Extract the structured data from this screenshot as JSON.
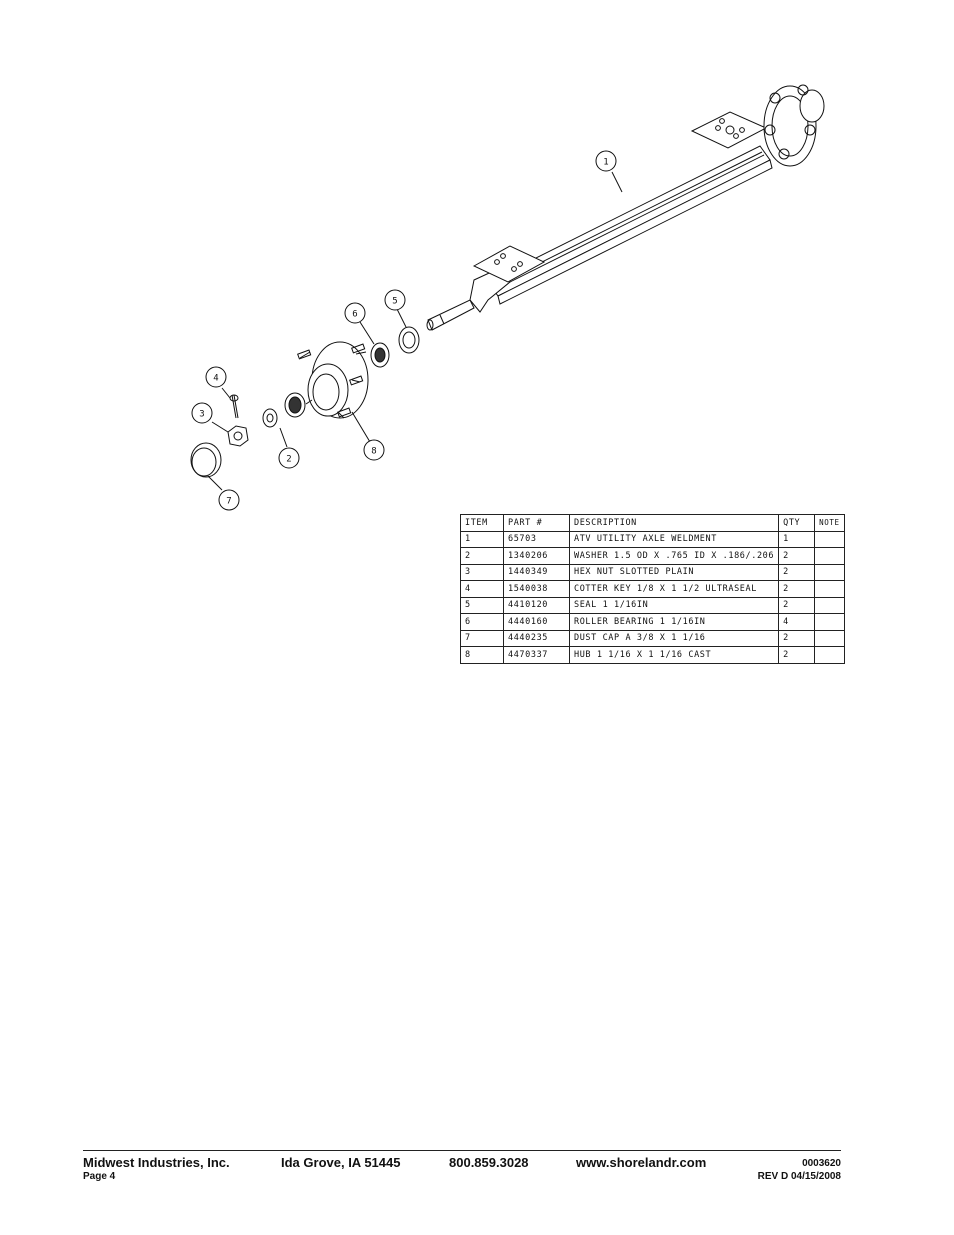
{
  "drawing": {
    "balloons": [
      {
        "item": "1"
      },
      {
        "item": "2"
      },
      {
        "item": "3"
      },
      {
        "item": "4"
      },
      {
        "item": "5"
      },
      {
        "item": "6"
      },
      {
        "item": "7"
      },
      {
        "item": "8"
      }
    ]
  },
  "parts_table": {
    "headers": {
      "item": "ITEM",
      "part": "PART #",
      "description": "DESCRIPTION",
      "qty": "QTY",
      "note": "NOTE"
    },
    "rows": [
      {
        "item": "1",
        "part": "65703",
        "description": "ATV UTILITY AXLE WELDMENT",
        "qty": "1",
        "note": ""
      },
      {
        "item": "2",
        "part": "1340206",
        "description": "WASHER 1.5 OD X .765 ID X .186/.206",
        "qty": "2",
        "note": ""
      },
      {
        "item": "3",
        "part": "1440349",
        "description": "HEX NUT SLOTTED PLAIN",
        "qty": "2",
        "note": ""
      },
      {
        "item": "4",
        "part": "1540038",
        "description": "COTTER KEY 1/8 X 1 1/2 ULTRASEAL",
        "qty": "2",
        "note": ""
      },
      {
        "item": "5",
        "part": "4410120",
        "description": "SEAL  1 1/16IN",
        "qty": "2",
        "note": ""
      },
      {
        "item": "6",
        "part": "4440160",
        "description": "ROLLER BEARING   1 1/16IN",
        "qty": "4",
        "note": ""
      },
      {
        "item": "7",
        "part": "4440235",
        "description": "DUST CAP A 3/8 X 1 1/16",
        "qty": "2",
        "note": ""
      },
      {
        "item": "8",
        "part": "4470337",
        "description": "HUB   1 1/16 X 1 1/16 CAST",
        "qty": "2",
        "note": ""
      }
    ]
  },
  "footer": {
    "company": "Midwest Industries, Inc.",
    "location": "Ida Grove, IA  51445",
    "phone": "800.859.3028",
    "website": "www.shorelandr.com",
    "page": "Page 4",
    "doc_number": "0003620",
    "revision": "REV D  04/15/2008"
  }
}
